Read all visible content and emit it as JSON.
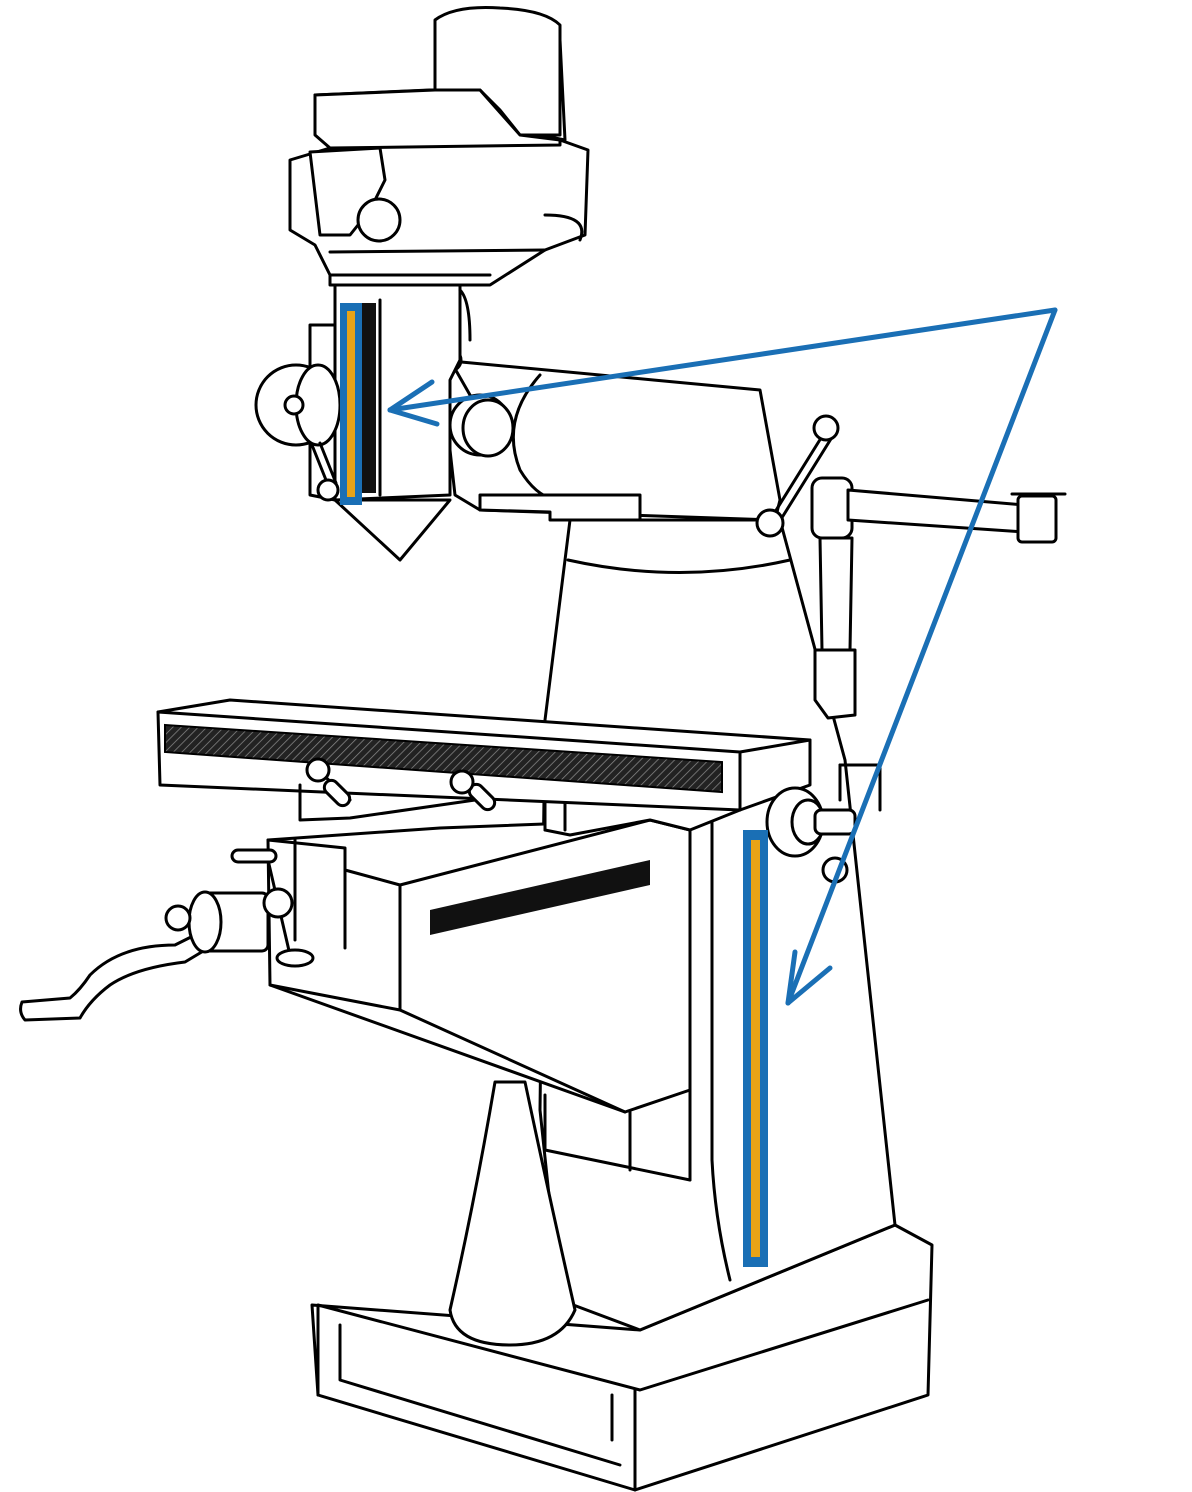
{
  "figure": {
    "subject": "vertical-milling-machine",
    "colors": {
      "line": "#000000",
      "background": "#ffffff",
      "highlight_outline": "#1a6fb5",
      "highlight_fill": "#e8a317",
      "arrow": "#1a6fb5"
    },
    "highlights": [
      {
        "name": "quill-way-highlight"
      },
      {
        "name": "column-way-highlight"
      }
    ],
    "arrows": [
      {
        "name": "arrow-to-quill-way"
      },
      {
        "name": "arrow-to-column-way"
      }
    ]
  }
}
